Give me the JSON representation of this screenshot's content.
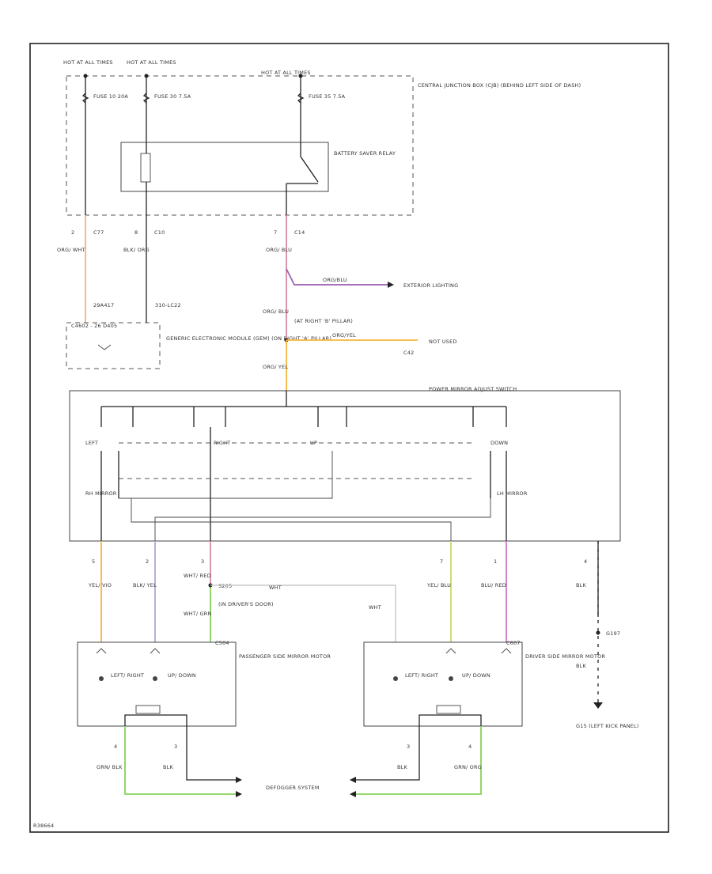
{
  "colors": {
    "orange": "#f5b27a",
    "pink": "#d98aa0",
    "purple": "#9a5fb3",
    "amber": "#f6b73c",
    "yellow_green": "#c8d86a",
    "lavender": "#b3a4d6",
    "magenta": "#c878c8",
    "green": "#86d25a",
    "light_gray": "#c8c8c8"
  },
  "labels": {
    "hot1": "HOT AT ALL TIMES",
    "hot2": "HOT AT ALL TIMES",
    "hot3": "HOT AT ALL TIMES",
    "fuse1": "FUSE 10 20A",
    "fuse2": "FUSE 30 7.5A",
    "fuse3": "FUSE 35 7.5A",
    "cjb": "CENTRAL JUNCTION BOX (CJB) (BEHIND LEFT SIDE OF DASH)",
    "relay": "BATTERY SAVER RELAY",
    "c1": "2",
    "c1b": "C77",
    "c2": "8",
    "c2b": "C10",
    "c3": "7",
    "c3b": "C14",
    "w1": "ORG/ WHT",
    "w2": "BLK/ ORG",
    "w3": "ORG/ BLU",
    "splice1": "29A417",
    "splice2": "310-LC22",
    "gem_pins": "C4602 - 26 D405",
    "gem": "GENERIC ELECTRONIC MODULE (GEM) (ON RIGHT 'A' PILLAR)",
    "ext_wire": "ORG/BLU",
    "ext": "EXTERIOR LIGHTING",
    "w4": "ORG/ BLU",
    "s_loc": "(AT RIGHT 'B' PILLAR)",
    "notused_wire": "ORG/YEL",
    "notused_pin": "C42",
    "notused": "NOT USED",
    "w5": "ORG/ YEL",
    "switch": "POWER MIRROR ADJUST SWITCH",
    "s_left": "LEFT",
    "s_right": "RIGHT",
    "s_up": "UP",
    "s_down": "DOWN",
    "rh_mirror": "RH MIRROR",
    "lh_mirror": "LH MIRROR",
    "p1": "5",
    "p2": "2",
    "p3": "3",
    "p4": "7",
    "p5": "1",
    "p6": "4",
    "w6": "YEL/ VIO",
    "w7": "BLK/ YEL",
    "w8": "WHT/ RED",
    "w9": "YEL/ BLU",
    "w10": "BLU/ RED",
    "w11": "BLK",
    "s205": "S205",
    "s205_loc": "(IN DRIVER'S DOOR)",
    "wht": "WHT",
    "w12": "WHT/ GRN",
    "g197": "G197",
    "w13": "BLK",
    "g_loc": "G15 (LEFT KICK PANEL)",
    "pass_motor": "PASSENGER SIDE MIRROR MOTOR",
    "drv_motor": "DRIVER SIDE MIRROR MOTOR",
    "m_lr": "LEFT/ RIGHT",
    "m_ud": "UP/ DOWN",
    "m_lr2": "LEFT/ RIGHT",
    "m_ud2": "UP/ DOWN",
    "m_c1": "C504",
    "m_c2": "C607",
    "d_pin1": "4",
    "d_pin2": "3",
    "d_pin3": "3",
    "d_pin4": "4",
    "dw1": "GRN/ BLK",
    "dw2": "BLK",
    "dw3": "BLK",
    "dw4": "GRN/ ORG",
    "defogger": "DEFOGGER SYSTEM",
    "code": "R38664"
  }
}
